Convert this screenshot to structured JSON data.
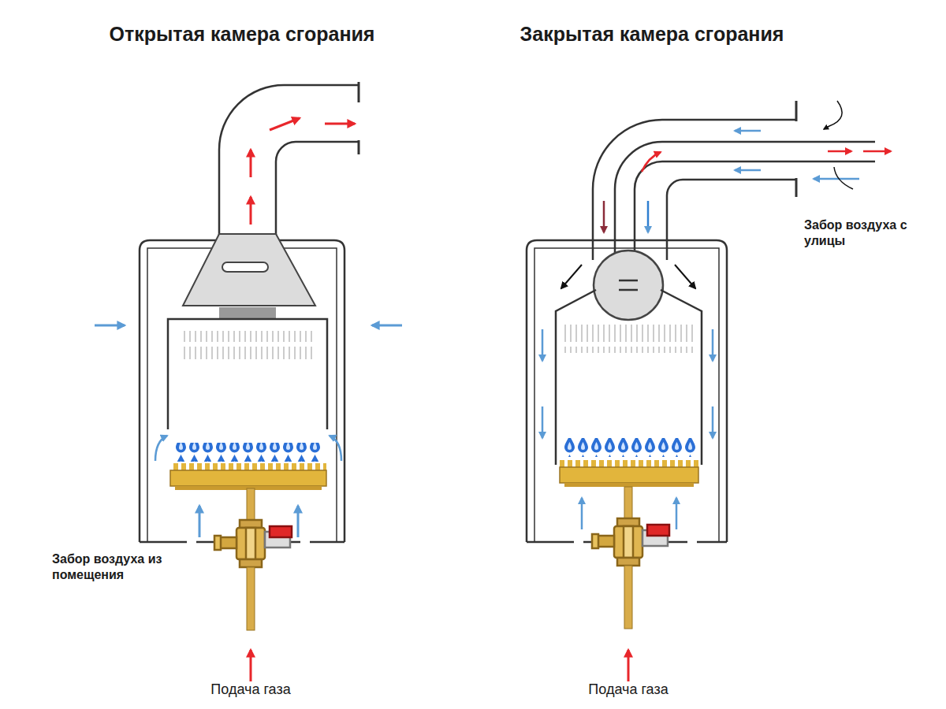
{
  "diagram": {
    "labels": [
      "Открытая камера сгорания",
      "Закрытая камера сгорания",
      "Забор воздуха из помещения",
      "Подача газа",
      "Забор воздуха с улицы",
      "Подача газа"
    ]
  }
}
